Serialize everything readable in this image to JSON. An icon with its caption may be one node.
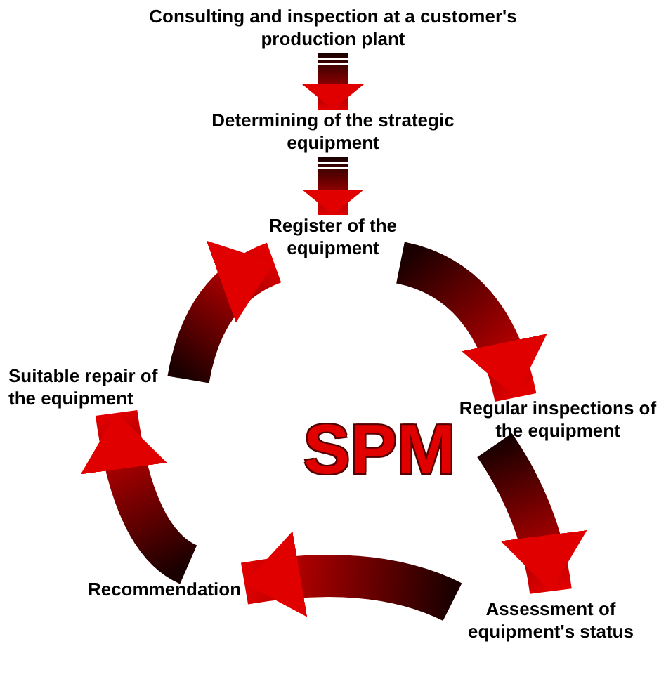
{
  "diagram": {
    "nodes": [
      {
        "text": [
          "Consulting and inspection at a customer's production plant"
        ]
      },
      {
        "text": [
          "Determining of the strategic equipment"
        ]
      },
      {
        "text": [
          "Register of the equipment"
        ]
      },
      {
        "text": [
          "Regular inspections of the equipment"
        ]
      },
      {
        "text": [
          "Assessment of equipment's status"
        ]
      },
      {
        "text": [
          "Recommendation"
        ]
      },
      {
        "text": [
          "Suitable repair of the equipment"
        ]
      }
    ],
    "edges": [
      {
        "from": 0,
        "to": 1,
        "arrow": "to"
      },
      {
        "from": 1,
        "to": 2,
        "arrow": "to"
      },
      {
        "from": 2,
        "to": 3,
        "arrow": "to"
      },
      {
        "from": 3,
        "to": 4,
        "arrow": "to"
      },
      {
        "from": 4,
        "to": 5,
        "arrow": "to"
      },
      {
        "from": 5,
        "to": 6,
        "arrow": "to"
      },
      {
        "from": 6,
        "to": 2,
        "arrow": "to"
      }
    ],
    "labels": [
      "SPM"
    ]
  }
}
